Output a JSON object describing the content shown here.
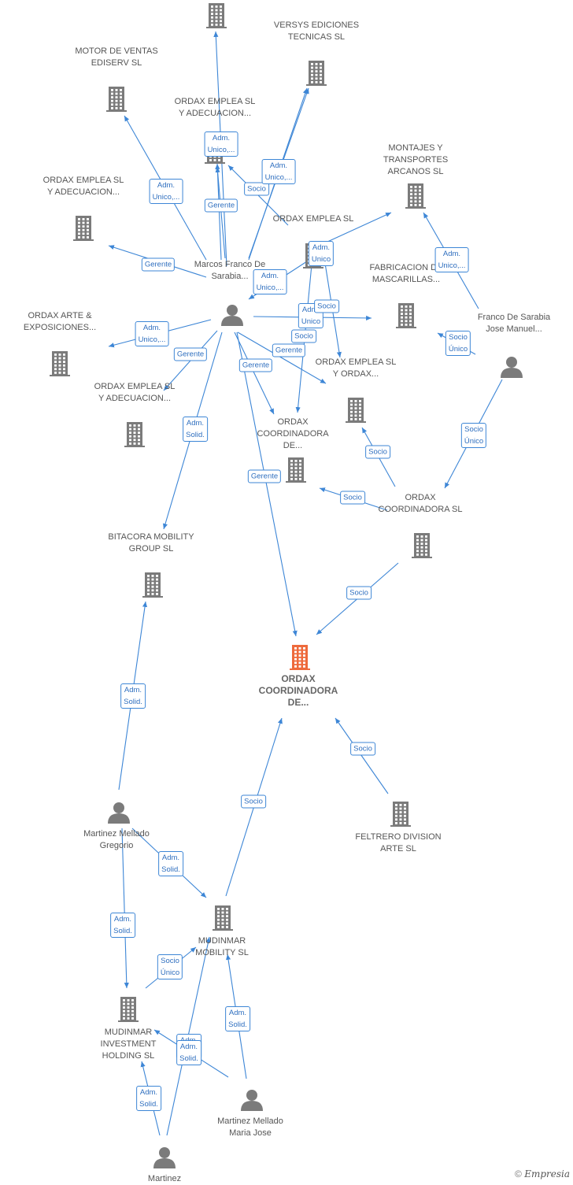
{
  "colors": {
    "edge": "#3d86d6",
    "node": "#7b7b7b",
    "focus_node": "#ee6a3c"
  },
  "watermark": {
    "symbol": "©",
    "brand": "Empresia"
  },
  "nodes": [
    {
      "id": "top_company",
      "type": "company",
      "label": ""
    },
    {
      "id": "versys",
      "type": "company",
      "label": "VERSYS EDICIONES TECNICAS SL"
    },
    {
      "id": "motor",
      "type": "company",
      "label": "MOTOR DE VENTAS EDISERV SL"
    },
    {
      "id": "ordax_empl_adec_top",
      "type": "company",
      "label": "ORDAX EMPLEA SL Y ADECUACION..."
    },
    {
      "id": "montajes",
      "type": "company",
      "label": "MONTAJES Y TRANSPORTES ARCANOS SL"
    },
    {
      "id": "ordax_empl_adec_left",
      "type": "company",
      "label": "ORDAX EMPLEA SL Y ADECUACION..."
    },
    {
      "id": "ordax_emplea",
      "type": "company",
      "label": "ORDAX EMPLEA SL"
    },
    {
      "id": "marcos",
      "type": "person",
      "label": "Marcos Franco De Sarabia..."
    },
    {
      "id": "fabricacion",
      "type": "company",
      "label": "FABRICACION DE MASCARILLAS..."
    },
    {
      "id": "franco_jm",
      "type": "person",
      "label": "Franco De Sarabia Jose Manuel..."
    },
    {
      "id": "ordax_arte",
      "type": "company",
      "label": "ORDAX ARTE & EXPOSICIONES..."
    },
    {
      "id": "ordax_empl_ordax",
      "type": "company",
      "label": "ORDAX EMPLEA SL Y ORDAX..."
    },
    {
      "id": "ordax_empl_adec_mid",
      "type": "company",
      "label": "ORDAX EMPLEA SL Y ADECUACION..."
    },
    {
      "id": "ordax_coord_small",
      "type": "company",
      "label": "ORDAX COORDINADORA DE..."
    },
    {
      "id": "ordax_coord_sl",
      "type": "company",
      "label": "ORDAX COORDINADORA SL"
    },
    {
      "id": "bitacora",
      "type": "company",
      "label": "BITACORA MOBILITY GROUP SL"
    },
    {
      "id": "focus",
      "type": "focus",
      "label": "ORDAX COORDINADORA DE..."
    },
    {
      "id": "martinez_gregorio",
      "type": "person",
      "label": "Martinez Mellado Gregorio"
    },
    {
      "id": "feltrero",
      "type": "company",
      "label": "FELTRERO DIVISION ARTE SL"
    },
    {
      "id": "mudinmar",
      "type": "company",
      "label": "MUDINMAR MOBILITY SL"
    },
    {
      "id": "mudinmar_inv",
      "type": "company",
      "label": "MUDINMAR INVESTMENT HOLDING SL"
    },
    {
      "id": "martinez_maria",
      "type": "person",
      "label": "Martinez Mellado Maria Jose"
    },
    {
      "id": "martinez_bottom",
      "type": "person",
      "label": "Martinez"
    }
  ],
  "edges": [
    {
      "from": "marcos",
      "to": "top_company",
      "label": ""
    },
    {
      "from": "marcos",
      "to": "versys",
      "label": ""
    },
    {
      "from": "marcos",
      "to": "motor",
      "label": "Adm.\nUnico,..."
    },
    {
      "from": "marcos",
      "to": "ordax_empl_adec_top",
      "label": "Adm.\nUnico,..."
    },
    {
      "from": "marcos",
      "to": "ordax_empl_adec_top",
      "label": "Gerente"
    },
    {
      "from": "ordax_emplea",
      "to": "ordax_empl_adec_top",
      "label": "Socio"
    },
    {
      "from": "marcos",
      "to": "versys",
      "label": "Adm.\nUnico,..."
    },
    {
      "from": "ordax_emplea",
      "to": "montajes",
      "label": "Adm.\nUnico"
    },
    {
      "from": "franco_jm",
      "to": "montajes",
      "label": "Adm.\nUnico,..."
    },
    {
      "from": "marcos",
      "to": "ordax_empl_adec_left",
      "label": "Gerente"
    },
    {
      "from": "marcos",
      "to": "ordax_emplea",
      "label": "Adm.\nUnico,..."
    },
    {
      "from": "marcos",
      "to": "fabricacion",
      "label": "Adm.\nUnico"
    },
    {
      "from": "franco_jm",
      "to": "fabricacion",
      "label": "Socio\nÚnico"
    },
    {
      "from": "marcos",
      "to": "ordax_arte",
      "label": "Adm.\nUnico,..."
    },
    {
      "from": "marcos",
      "to": "ordax_empl_adec_mid",
      "label": "Gerente"
    },
    {
      "from": "ordax_emplea",
      "to": "ordax_empl_ordax",
      "label": "Socio"
    },
    {
      "from": "ordax_emplea",
      "to": "ordax_coord_small",
      "label": "Socio"
    },
    {
      "from": "marcos",
      "to": "ordax_empl_ordax",
      "label": "Gerente"
    },
    {
      "from": "marcos",
      "to": "ordax_coord_small",
      "label": "Gerente"
    },
    {
      "from": "marcos",
      "to": "bitacora",
      "label": "Adm.\nSolid."
    },
    {
      "from": "marcos",
      "to": "focus",
      "label": "Gerente"
    },
    {
      "from": "franco_jm",
      "to": "ordax_coord_sl",
      "label": "Socio\nÚnico"
    },
    {
      "from": "ordax_coord_sl",
      "to": "ordax_empl_ordax",
      "label": "Socio"
    },
    {
      "from": "ordax_coord_sl",
      "to": "ordax_coord_small",
      "label": "Socio"
    },
    {
      "from": "ordax_coord_sl",
      "to": "focus",
      "label": "Socio"
    },
    {
      "from": "martinez_gregorio",
      "to": "bitacora",
      "label": "Adm.\nSolid."
    },
    {
      "from": "feltrero",
      "to": "focus",
      "label": "Socio"
    },
    {
      "from": "mudinmar",
      "to": "focus",
      "label": "Socio"
    },
    {
      "from": "martinez_gregorio",
      "to": "mudinmar",
      "label": "Adm.\nSolid."
    },
    {
      "from": "martinez_gregorio",
      "to": "mudinmar_inv",
      "label": "Adm.\nSolid."
    },
    {
      "from": "mudinmar_inv",
      "to": "mudinmar",
      "label": "Socio\nÚnico"
    },
    {
      "from": "martinez_maria",
      "to": "mudinmar",
      "label": "Adm.\nSolid."
    },
    {
      "from": "martinez_maria",
      "to": "mudinmar_inv",
      "label": "Adm.\nSolid."
    },
    {
      "from": "martinez_bottom",
      "to": "mudinmar",
      "label": "Adm.\nSolid."
    },
    {
      "from": "martinez_bottom",
      "to": "mudinmar_inv",
      "label": "Adm.\nSolid."
    }
  ]
}
